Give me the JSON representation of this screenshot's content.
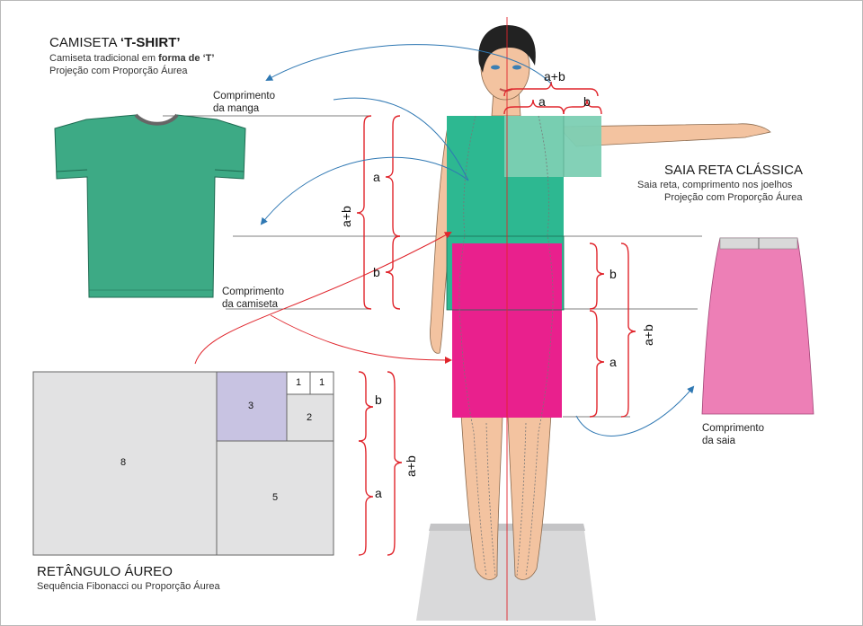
{
  "tshirt": {
    "title": "CAMISETA",
    "title_bold": "‘T-SHIRT’",
    "subtitle_prefix": "Camiseta tradicional em",
    "subtitle_bold": "forma de ‘T’",
    "subtitle2": "Projeção com Proporção Áurea",
    "sleeve_label_1": "Comprimento",
    "sleeve_label_2": "da manga",
    "length_label_1": "Comprimento",
    "length_label_2": "da camiseta",
    "color": "#3daa85"
  },
  "skirt": {
    "title": "SAIA RETA CLÁSSICA",
    "subtitle1": "Saia reta, comprimento nos joelhos",
    "subtitle2": "Projeção com Proporção Áurea",
    "length_label_1": "Comprimento",
    "length_label_2": "da saia",
    "color": "#ed7fb6"
  },
  "golden_rectangle": {
    "title": "RETÂNGULO ÁUREO",
    "subtitle": "Sequência Fibonacci ou Proporção Áurea",
    "squares": [
      "8",
      "5",
      "3",
      "2",
      "1",
      "1"
    ],
    "highlight_color": "#c8c3e2"
  },
  "measures": {
    "a": "a",
    "b": "b",
    "a_plus_b": "a+b"
  },
  "colors": {
    "torso": "#2db891",
    "skirt_block": "#e9208d",
    "brace": "#e0252c",
    "arrow": "#2f78b3",
    "center_line": "#e0252c"
  }
}
